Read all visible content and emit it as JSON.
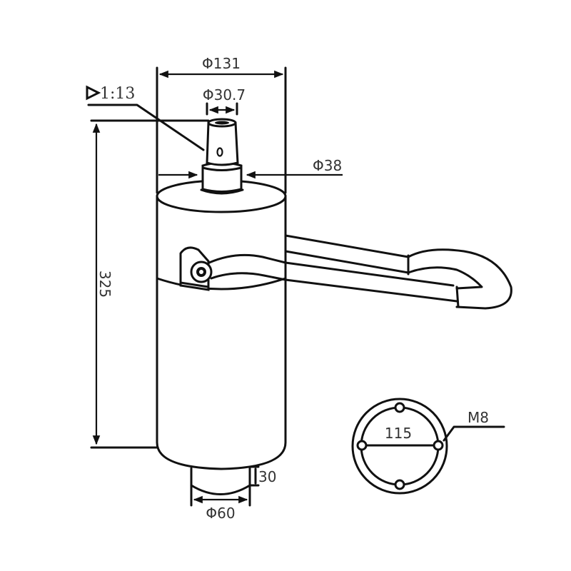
{
  "drawing": {
    "subject": "gas lift cylinder with lever",
    "dimensions": {
      "outer_diameter": "Φ131",
      "taper": "1:13",
      "top_diameter": "Φ30.7",
      "shoulder_diameter": "Φ38",
      "height": "325",
      "bottom_height": "30",
      "bottom_diameter": "Φ60",
      "bolt_circle": "115",
      "thread": "M8"
    },
    "line_color": "#111111",
    "text_color": "#333333",
    "background": "#ffffff"
  }
}
